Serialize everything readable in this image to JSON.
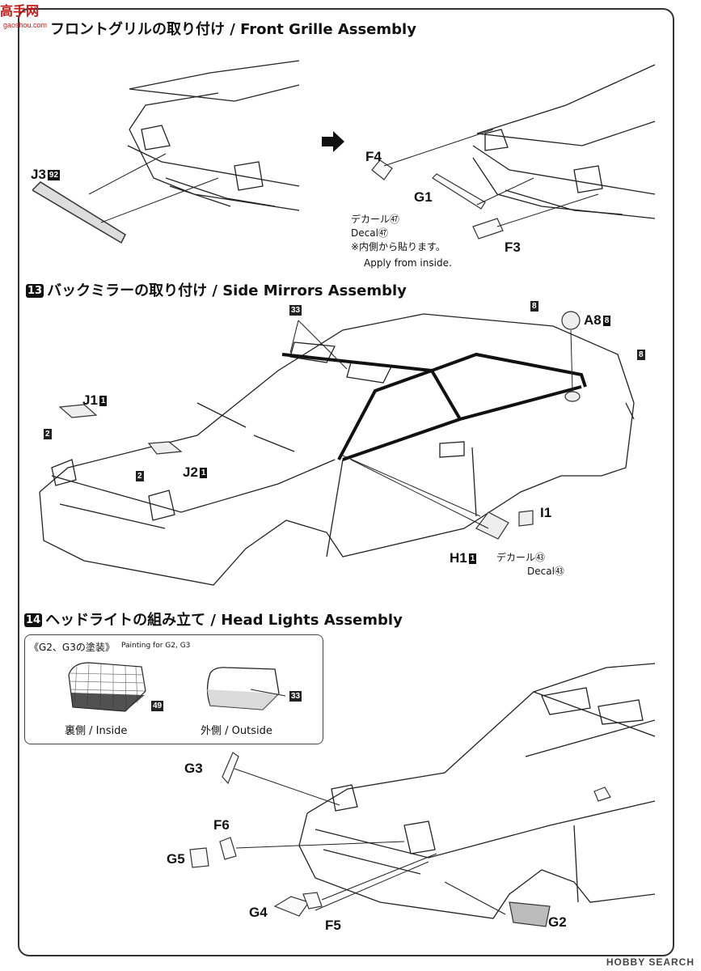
{
  "watermark": {
    "site_logo": "高手网",
    "site_url": "gaoshou.com"
  },
  "step12": {
    "title": "フロントグリルの取り付け / Front Grille Assembly",
    "parts": {
      "j3": "J3",
      "j3_code": "92",
      "f4": "F4",
      "g1": "G1",
      "f3": "F3"
    },
    "decal_jp": "デカール㊼",
    "decal_en": "Decal㊼",
    "note_jp": "※内側から貼ります。",
    "note_en": "Apply from inside."
  },
  "step13": {
    "num": "13",
    "title": "バックミラーの取り付け / Side Mirrors Assembly",
    "parts": {
      "j1": "J1",
      "j1_code": "1",
      "j2": "J2",
      "j2_code": "1",
      "a8": "A8",
      "a8_code": "8",
      "i1": "I1",
      "h1": "H1",
      "h1_code": "1"
    },
    "color_codes": {
      "c33": "33",
      "c8a": "8",
      "c8b": "8",
      "c2a": "2",
      "c2b": "2"
    },
    "decal_jp": "デカール㊸",
    "decal_en": "Decal㊸"
  },
  "step14": {
    "num": "14",
    "title": "ヘッドライトの組み立て / Head Lights Assembly",
    "painting_header_jp": "《G2、G3の塗装》",
    "painting_header_en": "Painting for G2, G3",
    "inside_label": "裏側 / Inside",
    "outside_label": "外側 / Outside",
    "inside_color": "49",
    "outside_color": "33",
    "parts": {
      "g3": "G3",
      "f6": "F6",
      "g5": "G5",
      "g4": "G4",
      "f5": "F5",
      "g2": "G2"
    }
  },
  "footer": {
    "brand": "HOBBY SEARCH"
  }
}
